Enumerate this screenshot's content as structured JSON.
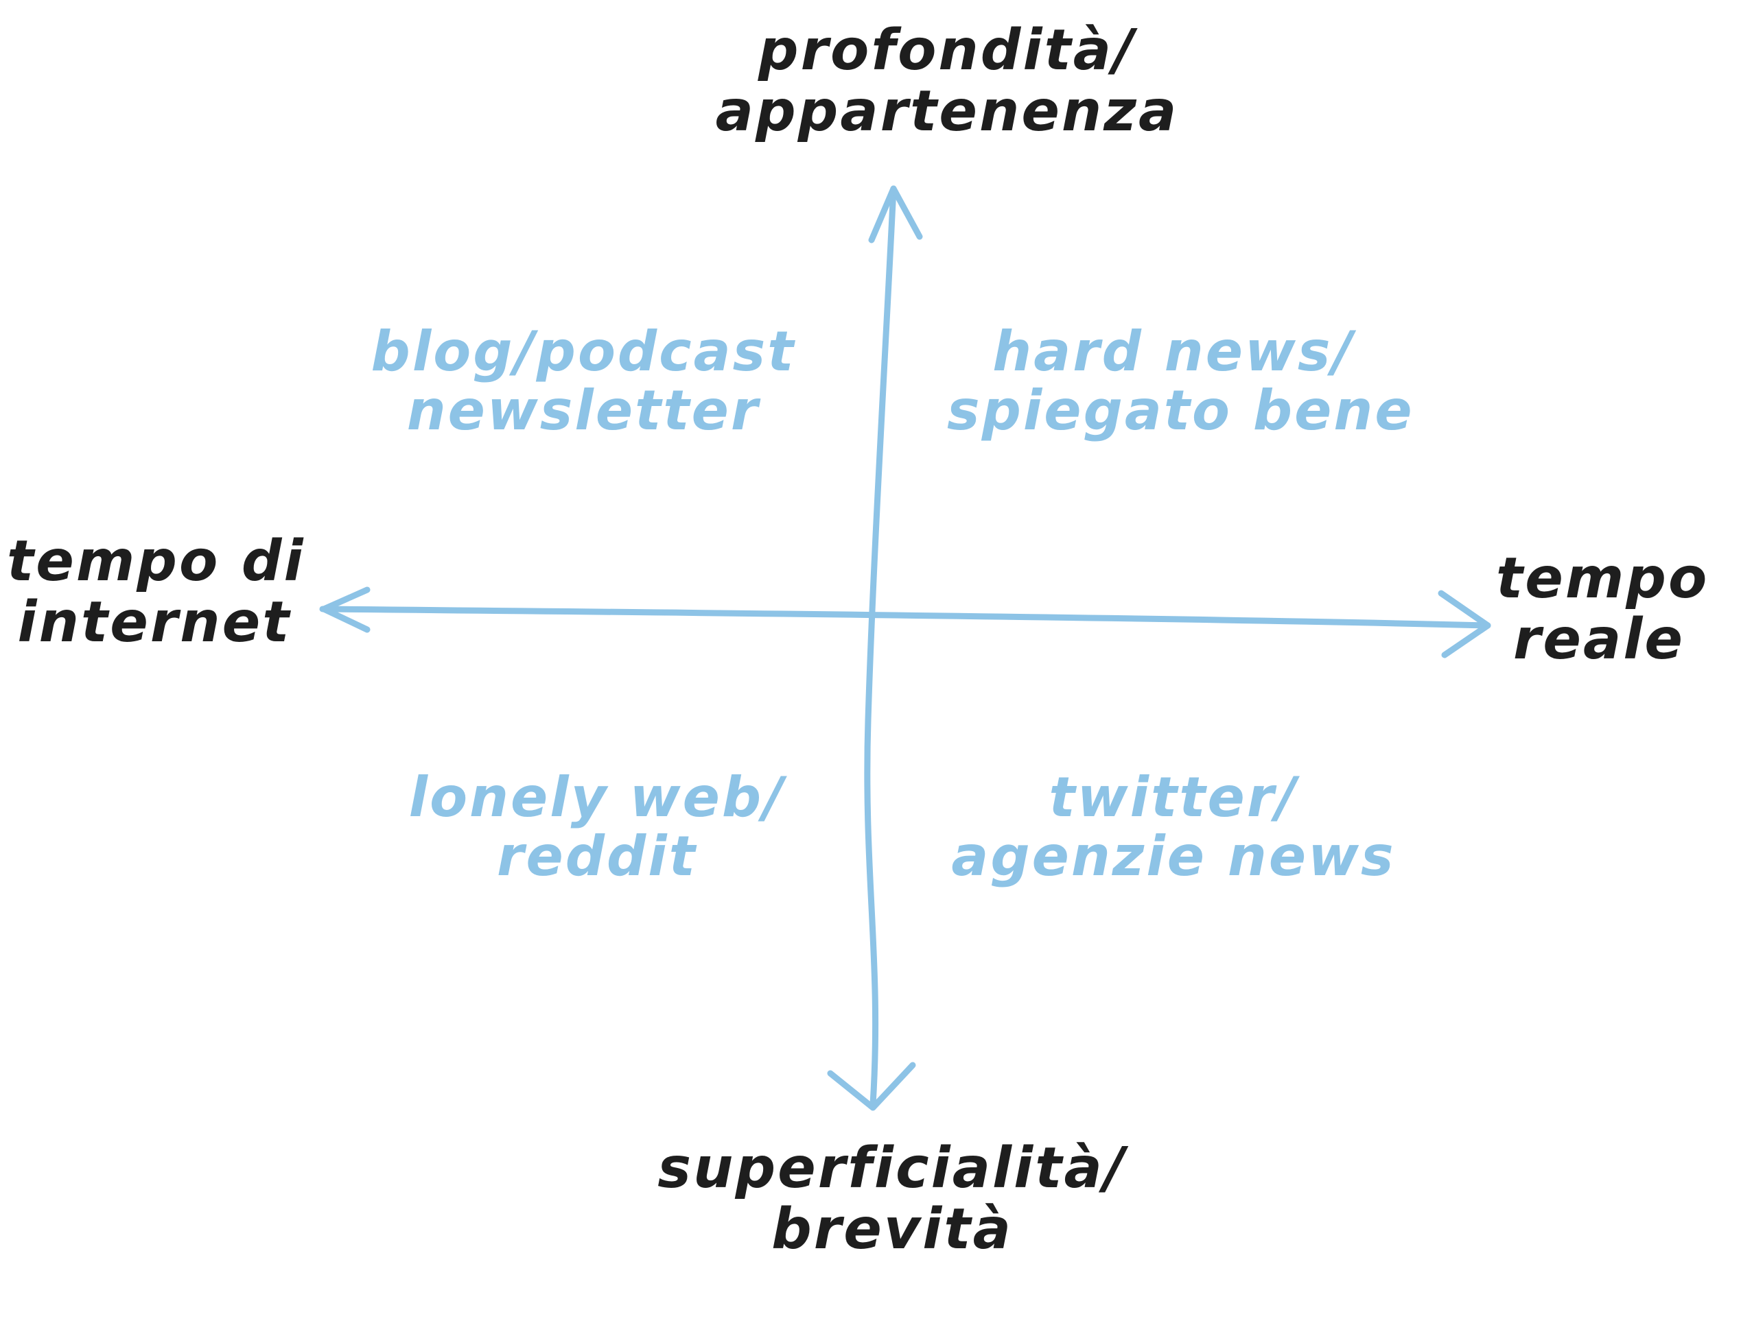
{
  "diagram": {
    "axis_color": "#8dc3e6",
    "text_color": "#1e1e1e",
    "axes": {
      "top": {
        "lines": [
          "profondità/",
          "appartenenza"
        ]
      },
      "bottom": {
        "lines": [
          "superficialità/",
          "brevità"
        ]
      },
      "left": {
        "lines": [
          "tempo di",
          "internet"
        ]
      },
      "right": {
        "lines": [
          "tempo",
          "reale"
        ]
      }
    },
    "quadrants": {
      "top_left": {
        "lines": [
          "blog/podcast",
          "newsletter"
        ]
      },
      "top_right": {
        "lines": [
          "hard news/",
          "spiegato bene"
        ]
      },
      "bottom_left": {
        "lines": [
          "lonely web/",
          "reddit"
        ]
      },
      "bottom_right": {
        "lines": [
          "twitter/",
          "agenzie news"
        ]
      }
    }
  }
}
